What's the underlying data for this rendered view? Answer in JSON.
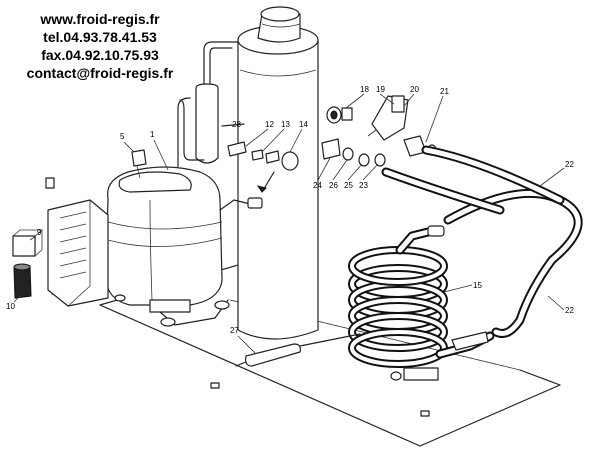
{
  "header": {
    "website": "www.froid-regis.fr",
    "tel": "tel.04.93.78.41.53",
    "fax": "fax.04.92.10.75.93",
    "contact": "contact@froid-regis.fr"
  },
  "callouts": {
    "c1": "1",
    "c5": "5",
    "c9": "9",
    "c10": "10",
    "c12": "12",
    "c13": "13",
    "c14": "14",
    "c15": "15",
    "c18": "18",
    "c19": "19",
    "c20": "20",
    "c21": "21",
    "c22a": "22",
    "c22b": "22",
    "c23": "23",
    "c24": "24",
    "c25": "25",
    "c26": "26",
    "c27": "27",
    "c28": "28"
  }
}
